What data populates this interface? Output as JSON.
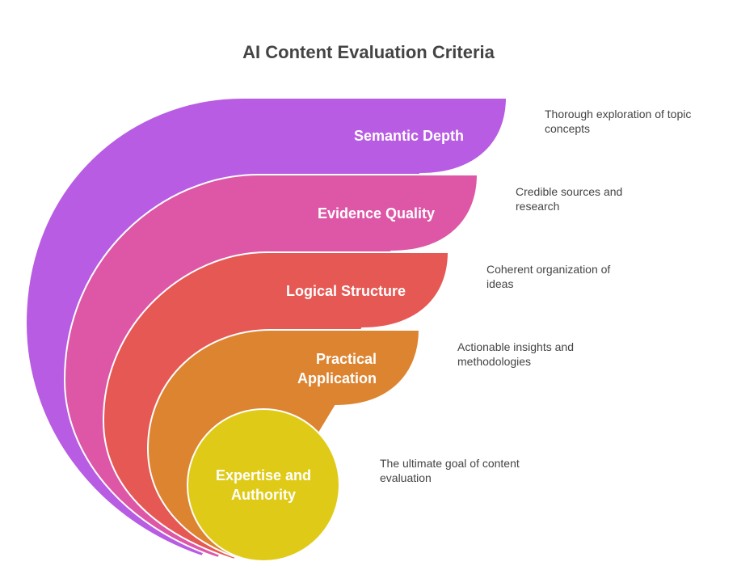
{
  "title": "AI Content Evaluation Criteria",
  "levels": [
    {
      "label": "Semantic Depth",
      "description": "Thorough exploration of topic concepts",
      "color": "#B75CE3"
    },
    {
      "label": "Evidence Quality",
      "description": "Credible sources and research",
      "color": "#DD57A6"
    },
    {
      "label": "Logical Structure",
      "description": "Coherent organization of ideas",
      "color": "#E55854"
    },
    {
      "label": "Practical Application",
      "description": "Actionable insights and methodologies",
      "color": "#DD8430"
    },
    {
      "label": "Expertise and Authority",
      "description": "The ultimate goal of content evaluation",
      "color": "#DFCB17"
    }
  ]
}
